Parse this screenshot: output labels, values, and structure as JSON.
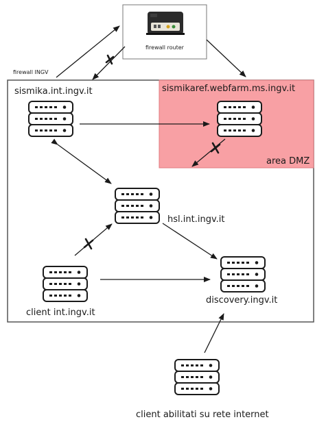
{
  "labels": {
    "firewall_router": "firewall router",
    "firewall_ingv": "firewall INGV",
    "sismika": "sismika.int.ingv.it",
    "sismikaref": "sismikaref.webfarm.ms.ingv.it",
    "area_dmz": "area DMZ",
    "hsl": "hsl.int.ingv.it",
    "client_int": "client int.ingv.it",
    "discovery": "discovery.ingv.it",
    "client_internet": "client abilitati su rete internet"
  },
  "colors": {
    "dmz_fill": "#f8a0a4",
    "line": "#1a1a1a",
    "box_border": "#555555"
  },
  "icons": {
    "server": "server-stack-icon",
    "router": "router-device-icon",
    "blocked": "blocked-x-icon"
  }
}
